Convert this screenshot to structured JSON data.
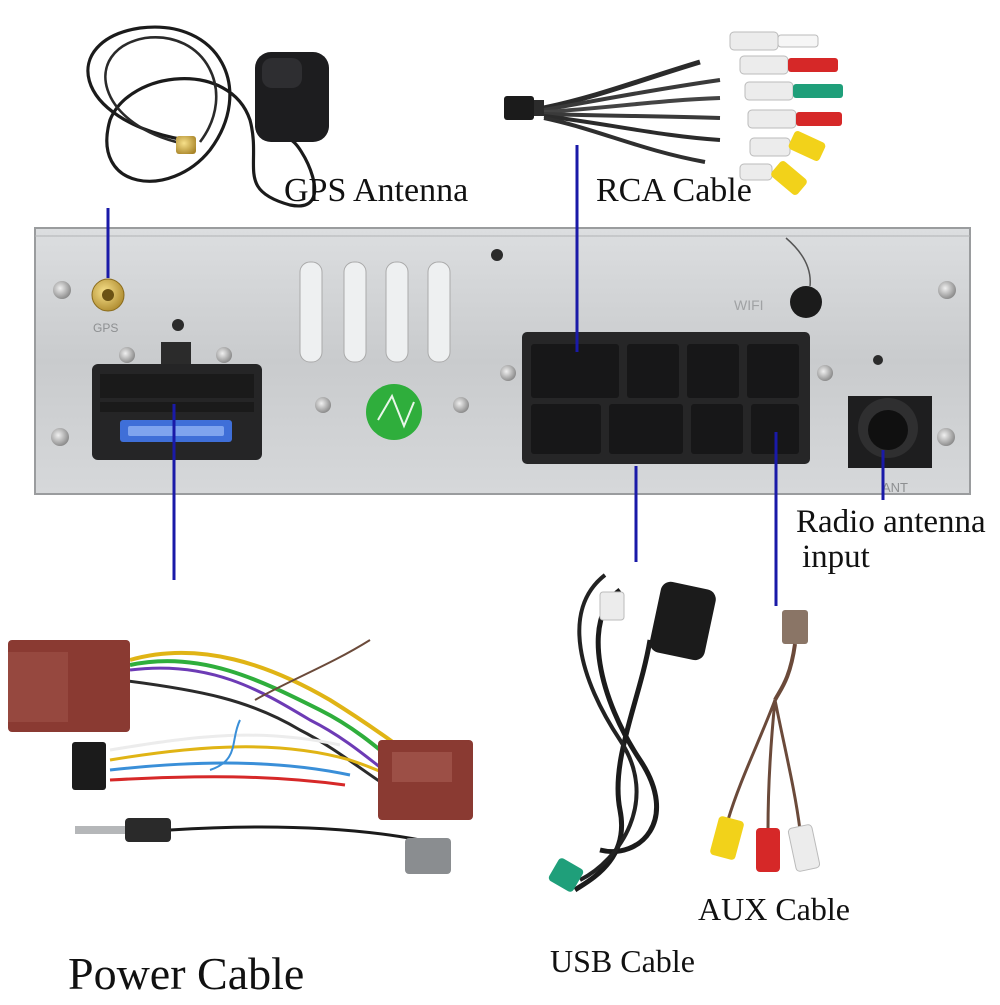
{
  "labels": {
    "gps_antenna": "GPS Antenna",
    "rca_cable": "RCA Cable",
    "radio_antenna_line1": "Radio antenna",
    "radio_antenna_line2": "input",
    "usb_cable": "USB Cable",
    "aux_cable": "AUX Cable",
    "power_cable": "Power Cable"
  },
  "panel_markings": {
    "gps_port": "GPS",
    "wifi_port": "WIFI",
    "ant_port": "ANT"
  },
  "colors": {
    "pointer_line": "#1a1aa8",
    "panel": "#cfd1d3",
    "connector": "#2a2a2a",
    "fuse": "#3f6fd8",
    "green_sticker": "#2fae3c",
    "cable": "#1a1a1a",
    "rca_red": "#d62828",
    "rca_white": "#ececec",
    "rca_yellow": "#f2d21a",
    "rca_green": "#1f9f7a",
    "box_brown": "#8a3a32"
  }
}
